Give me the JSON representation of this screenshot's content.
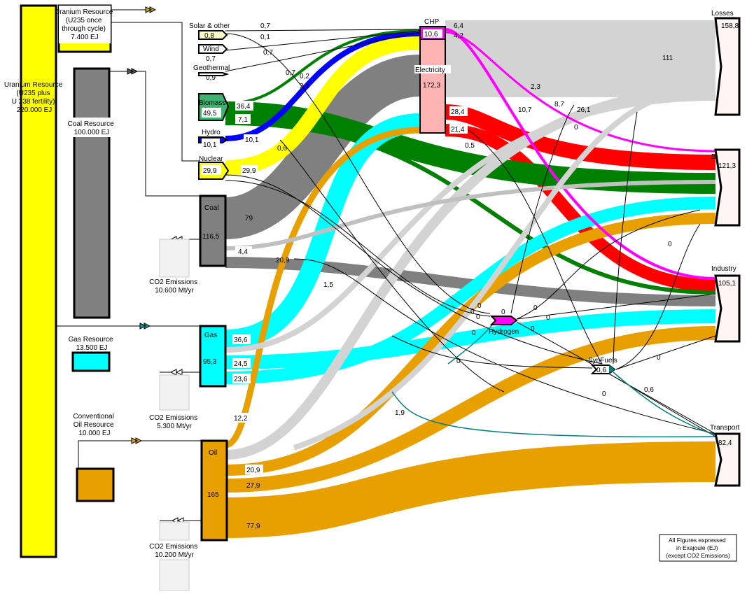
{
  "colors": {
    "uranium": "#ffff00",
    "coal": "#808080",
    "gas": "#00ffff",
    "oil": "#e8a000",
    "biomass": "#008000",
    "hydro": "#0000ff",
    "electricity_box": "#ffb3b3",
    "electricity_flow": "#ff0000",
    "heat": "#ff00ff",
    "losses": "#d3d3d3",
    "hydrogen": "#ff00ff",
    "synfuels": "#008080",
    "emissions": "#f2f2f2",
    "end_use": "#fff5f5"
  },
  "resources": {
    "uranium_plus": [
      "Uranium Resource",
      "(U235 plus",
      "U 238 fertility)",
      "220.000 EJ"
    ],
    "uranium_once": [
      "Uranium Resource",
      "(U235 once",
      "through cycle)",
      "7.400 EJ"
    ],
    "coal": [
      "Coal Resource",
      "100.000 EJ"
    ],
    "gas": [
      "Gas Resource",
      "13.500 EJ"
    ],
    "oil": [
      "Conventional",
      "Oil Resource",
      "10.000 EJ"
    ]
  },
  "sources": {
    "solar": {
      "label": "Solar & other",
      "value": "0,8"
    },
    "wind": {
      "label": "Wind",
      "value": "0,7"
    },
    "geothermal": {
      "label": "Geothermal",
      "value": "0,9"
    },
    "biomass": {
      "label": "Biomass",
      "value": "49,5"
    },
    "hydro": {
      "label": "Hydro",
      "value": "10,1"
    },
    "nuclear": {
      "label": "Nuclear",
      "value": "29,9"
    },
    "coal": {
      "label": "Coal",
      "value": "116,5"
    },
    "gas": {
      "label": "Gas",
      "value": "95,3"
    },
    "oil": {
      "label": "Oil",
      "value": "165"
    }
  },
  "emissions": {
    "coal": [
      "CO2 Emissions",
      "10.600 Mt/yr"
    ],
    "gas": [
      "CO2 Emissions",
      "5.300 Mt/yr"
    ],
    "oil": [
      "CO2 Emissions",
      "10.200 Mt/yr"
    ]
  },
  "conversion": {
    "chp_label": "CHP",
    "chp_value": "10,6",
    "electricity_label": "Electricity",
    "electricity_value": "172,3",
    "hydrogen_label": "Hydrogen",
    "synfuels_label": "SynFuels",
    "synfuels_value": "0,6"
  },
  "end_uses": {
    "losses": {
      "label": "Losses",
      "value": "158,8"
    },
    "buildings": {
      "label": "Buildings",
      "value": "121,3"
    },
    "industry": {
      "label": "Industry",
      "value": "105,1"
    },
    "transport": {
      "label": "Transport",
      "value": "82,4"
    }
  },
  "flow_labels": {
    "solar_chp": "0,7",
    "solar_out": "0,1",
    "wind_out": "0,7",
    "geo_a": "0,7",
    "geo_b": "0,2",
    "geo_c": "3,1",
    "bio_el": "36,4",
    "bio_b": "7,1",
    "hydro_el": "10,1",
    "hydro_b": "0,6",
    "nuclear_el": "29,9",
    "coal_el": "79",
    "coal_b": "4,4",
    "coal_ind": "20,9",
    "coal_c": "1,5",
    "gas_el": "36,6",
    "gas_ind": "24,5",
    "gas_bld": "23,6",
    "gas_tr": "1,9",
    "oil_el": "12,2",
    "oil_a": "20,9",
    "oil_b": "27,9",
    "oil_tr": "77,9",
    "chp_a": "6,4",
    "chp_b": "4,2",
    "el_losses": "111",
    "el_a": "2,3",
    "el_b": "10,7",
    "el_c": "8,7",
    "el_d": "26,1",
    "el_bld": "28,4",
    "el_ind": "21,4",
    "el_e": "0,5",
    "syn_tr": "0,6",
    "h2_in_a": "0",
    "h2_in_b": "0",
    "h2_in_c": "0",
    "h2_top": "0",
    "h2_out_a": "0",
    "h2_out_b": "0",
    "h2_out_c": "0",
    "h2_low": "0",
    "syn_in": "0",
    "syn_out_a": "0",
    "syn_out_b": "0",
    "ind_zero": "0",
    "el_zero": "0"
  },
  "note": [
    "All Figures expressed",
    "in Exajoule (EJ)",
    "(except CO2 Emissions)"
  ]
}
